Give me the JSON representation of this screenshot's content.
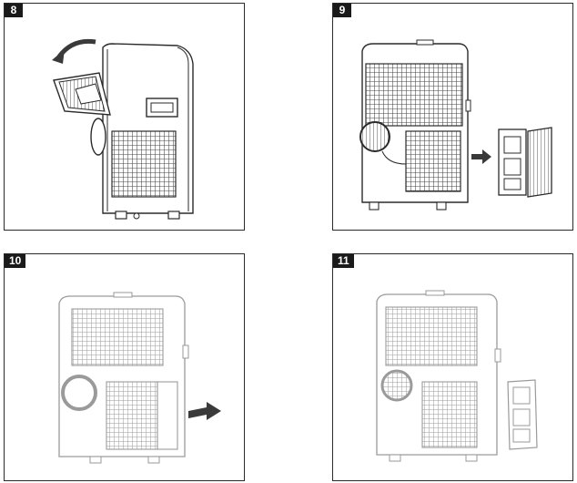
{
  "steps": [
    {
      "number": "8"
    },
    {
      "number": "9"
    },
    {
      "number": "10"
    },
    {
      "number": "11"
    }
  ],
  "colors": {
    "line": "#2b2b2b",
    "line_faded": "#9a9a9a",
    "arrow": "#3a3a3a",
    "badge_bg": "#1a1a1a",
    "badge_text": "#ffffff"
  }
}
